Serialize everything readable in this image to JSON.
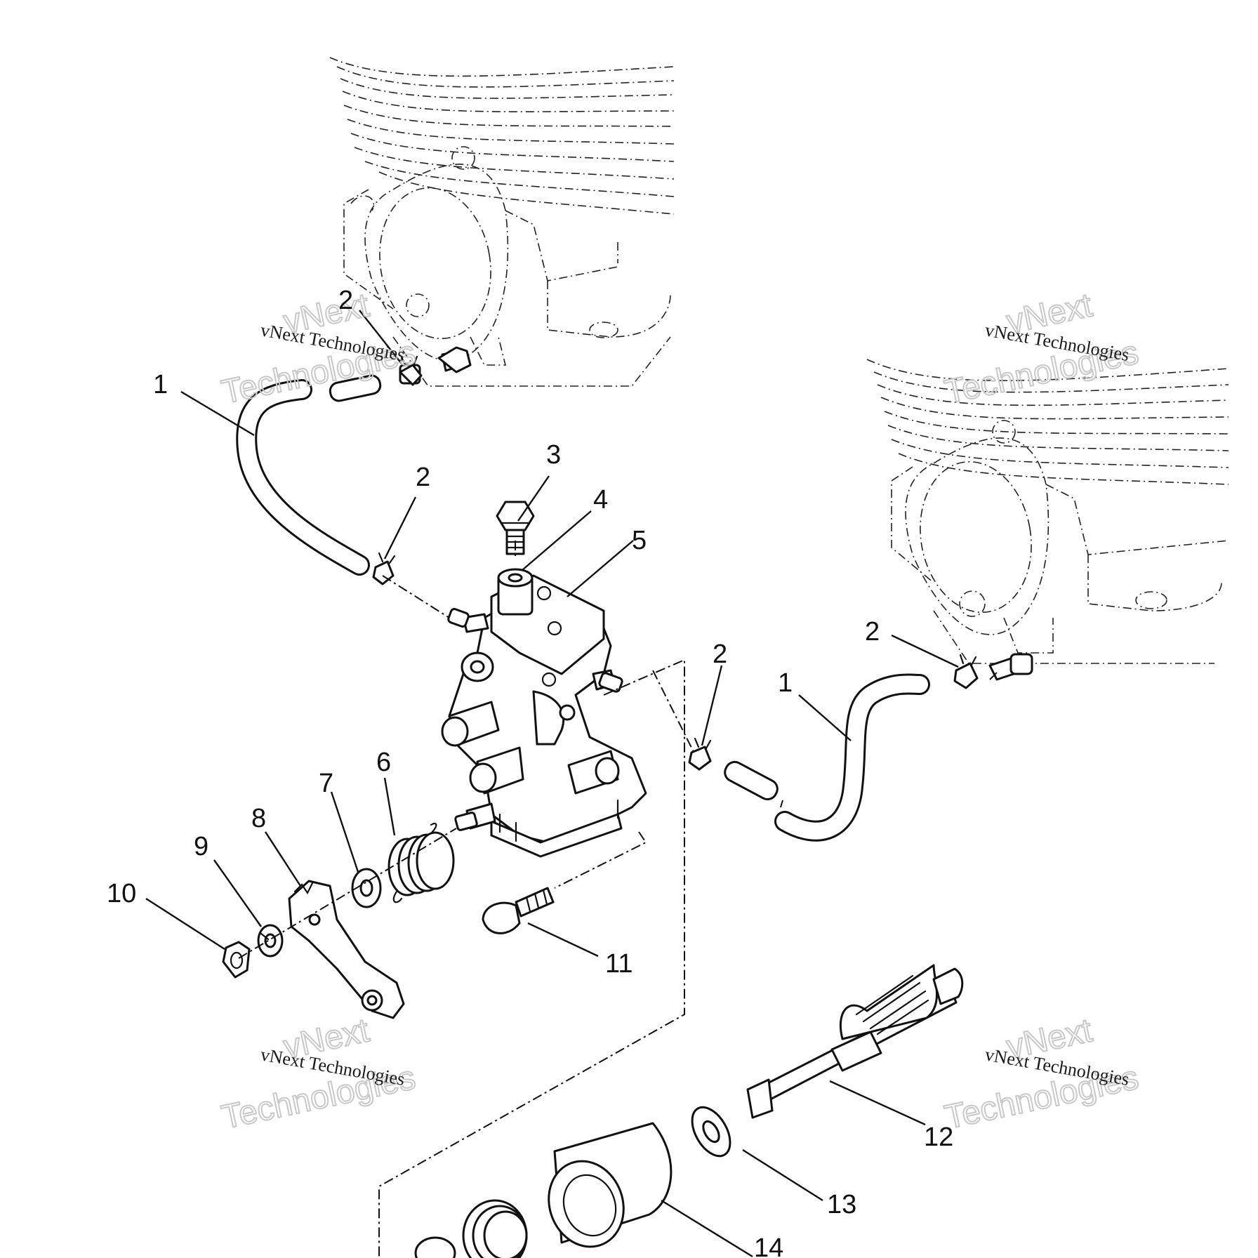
{
  "callouts": {
    "c1a": "1",
    "c2a": "2",
    "c2b": "2",
    "c3": "3",
    "c4": "4",
    "c5": "5",
    "c2c": "2",
    "c2d": "2",
    "c1b": "1",
    "c6": "6",
    "c7": "7",
    "c8": "8",
    "c9": "9",
    "c10": "10",
    "c11": "11",
    "c12": "12",
    "c13": "13",
    "c14": "14"
  },
  "watermark": {
    "line1": "vNext",
    "line2": "Technologies",
    "caption": "vNext Technologies"
  }
}
